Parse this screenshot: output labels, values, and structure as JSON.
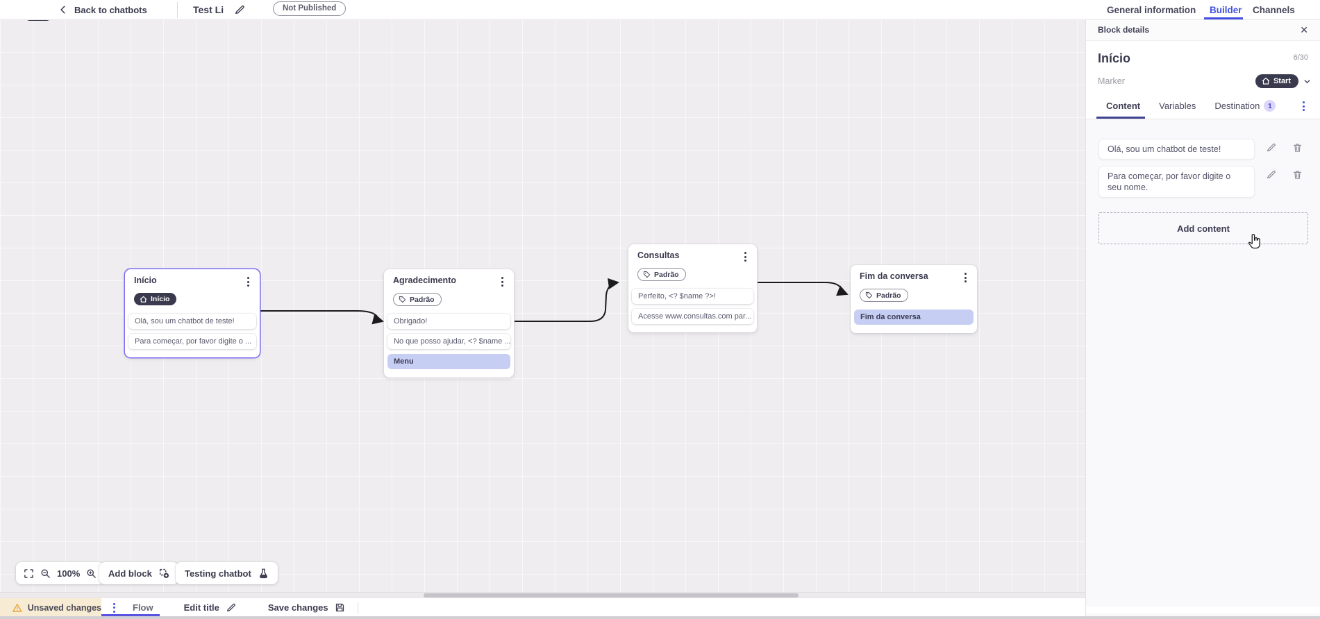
{
  "topbar": {
    "back_label": "Back to chatbots",
    "title": "Test Li",
    "status_badge": "Not Published",
    "tabs": [
      {
        "label": "General information"
      },
      {
        "label": "Builder"
      },
      {
        "label": "Channels"
      }
    ]
  },
  "panel": {
    "header": "Block details",
    "close_icon": "✕",
    "block_title": "Início",
    "counter": "6/30",
    "marker_label": "Marker",
    "marker_value": "Start",
    "tabs": [
      {
        "label": "Content"
      },
      {
        "label": "Variables"
      },
      {
        "label": "Destination",
        "badge": "1"
      }
    ],
    "contents": [
      {
        "text": "Olá, sou um chatbot de teste!"
      },
      {
        "text": "Para começar, por favor digite o seu nome."
      }
    ],
    "add_content_label": "Add content"
  },
  "canvas": {
    "nodes": [
      {
        "title": "Início",
        "badge": "Início",
        "items": [
          {
            "text": "Olá, sou um chatbot de teste!"
          },
          {
            "text": "Para começar, por favor digite o ..."
          }
        ]
      },
      {
        "title": "Agradecimento",
        "tag": "Padrão",
        "items": [
          {
            "text": "Obrigado!"
          },
          {
            "text": "No que posso ajudar, <? $name ..."
          },
          {
            "text": "Menu"
          }
        ]
      },
      {
        "title": "Consultas",
        "tag": "Padrão",
        "items": [
          {
            "text": "Perfeito, <? $name ?>!"
          },
          {
            "text": "Acesse www.consultas.com par..."
          }
        ]
      },
      {
        "title": "Fim da conversa",
        "tag": "Padrão",
        "items": [
          {
            "text": "Fim da conversa"
          }
        ]
      }
    ],
    "controls": {
      "zoom_level": "100%",
      "add_block_label": "Add block",
      "testing_label": "Testing chatbot"
    }
  },
  "bottombar": {
    "unsaved_label": "Unsaved changes",
    "flow_tab": "Flow",
    "edit_title_label": "Edit title",
    "save_label": "Save changes"
  },
  "colors": {
    "accent": "#4150e0",
    "selection": "#7b6df0",
    "highlight_card": "#c6cff3",
    "dark_pill": "#3a3a4e",
    "warning_bg": "#f7ebd3",
    "warning_icon": "#e9a63a",
    "edge": "#1b1b1d"
  }
}
